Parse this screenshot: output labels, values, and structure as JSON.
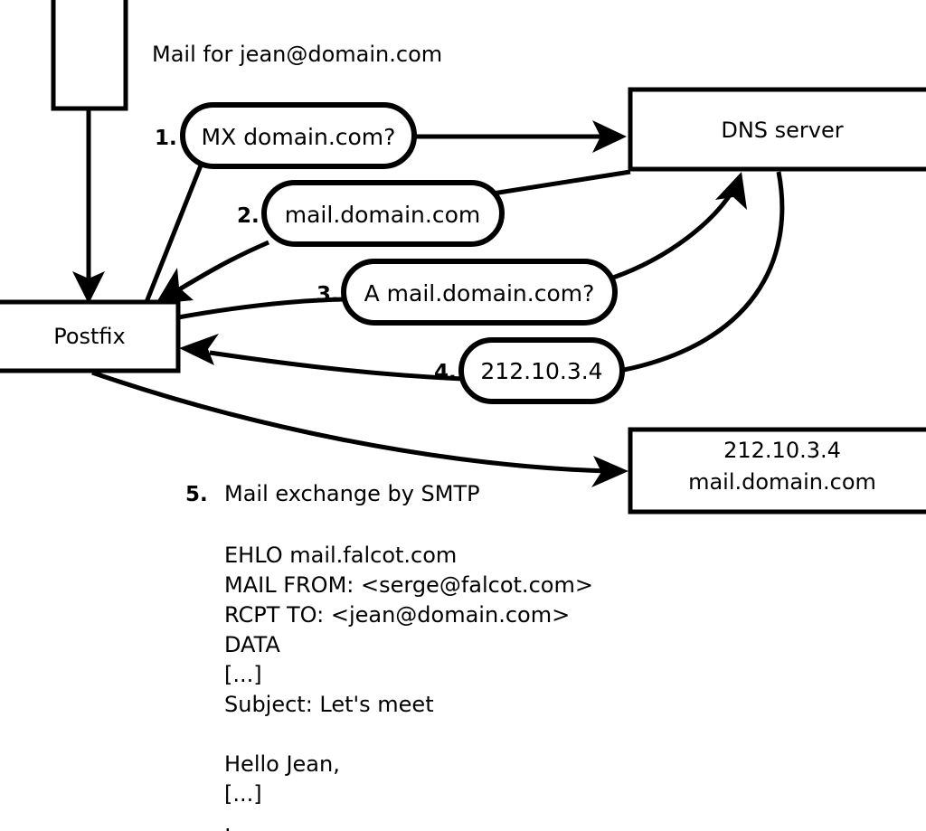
{
  "diagram": {
    "title_note": "Mail for jean@domain.com",
    "nodes": {
      "incoming_box": {
        "label": ""
      },
      "postfix": {
        "label": "Postfix"
      },
      "dns_server": {
        "label": "DNS server"
      },
      "remote_server": {
        "line1": "212.10.3.4",
        "line2": "mail.domain.com"
      }
    },
    "steps": [
      {
        "number": "1.",
        "text": "MX domain.com?"
      },
      {
        "number": "2.",
        "text": "mail.domain.com"
      },
      {
        "number": "3.",
        "text": "A mail.domain.com?"
      },
      {
        "number": "4.",
        "text": "212.10.3.4"
      }
    ],
    "step5": {
      "number": "5.",
      "text": "Mail exchange by SMTP"
    },
    "transcript": [
      "EHLO mail.falcot.com",
      "MAIL FROM: <serge@falcot.com>",
      "RCPT TO: <jean@domain.com>",
      "DATA",
      "[...]",
      "Subject: Let's meet",
      "",
      "Hello Jean,",
      "[...]",
      "",
      "."
    ],
    "colors": {
      "stroke": "#000000",
      "fill": "#ffffff",
      "text": "#000000"
    }
  }
}
